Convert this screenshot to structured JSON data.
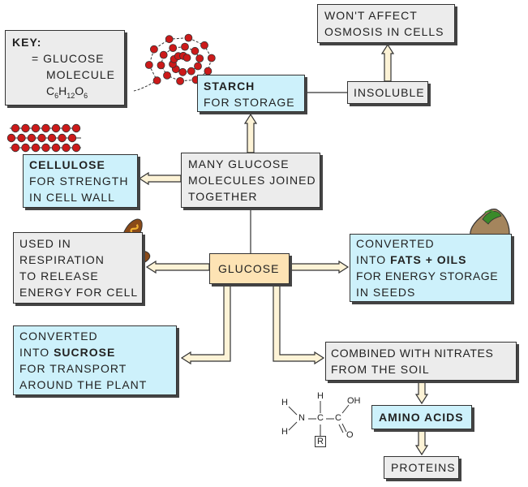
{
  "key": {
    "title": "KEY:",
    "equals": "= GLUCOSE",
    "molecule": "MOLECULE",
    "formula": {
      "c": "C",
      "c_sub": "6",
      "h": "H",
      "h_sub": "12",
      "o": "O",
      "o_sub": "6"
    }
  },
  "starch": {
    "title": "STARCH",
    "line2": "FOR STORAGE"
  },
  "osmosis": {
    "line1": "WON'T AFFECT",
    "line2": "OSMOSIS IN CELLS"
  },
  "insoluble": {
    "label": "INSOLUBLE"
  },
  "cellulose": {
    "title": "CELLULOSE",
    "line2": "FOR STRENGTH",
    "line3": "IN CELL WALL"
  },
  "many_glucose": {
    "line1": "MANY GLUCOSE",
    "line2": "MOLECULES JOINED",
    "line3": "TOGETHER"
  },
  "respiration": {
    "line1": "USED IN",
    "line2": "RESPIRATION",
    "line3": "TO RELEASE",
    "line4": "ENERGY FOR CELL"
  },
  "glucose": {
    "label": "GLUCOSE"
  },
  "fats": {
    "line1": "CONVERTED",
    "line2_pre": "INTO ",
    "line2_bold": "FATS + OILS",
    "line3": "FOR ENERGY STORAGE",
    "line4": "IN SEEDS"
  },
  "sucrose": {
    "line1": "CONVERTED",
    "line2_pre": "INTO ",
    "line2_bold": "SUCROSE",
    "line3": "FOR TRANSPORT",
    "line4": "AROUND THE PLANT"
  },
  "nitrates": {
    "line1": "COMBINED WITH NITRATES",
    "line2": "FROM THE SOIL"
  },
  "amino_acids": {
    "label": "AMINO ACIDS"
  },
  "proteins": {
    "label": "PROTEINS"
  },
  "amino_structure": {
    "h1": "H",
    "h2": "H",
    "h3": "H",
    "n": "N",
    "c1": "C",
    "c2": "C",
    "oh": "OH",
    "o": "O",
    "r": "R"
  },
  "colors": {
    "grey_box": "#ececec",
    "blue_box": "#cdf1fb",
    "glucose_box": "#fde3b4",
    "glucose_molecule": "#cc1a1a",
    "arrow_fill": "#fdf3d6"
  }
}
